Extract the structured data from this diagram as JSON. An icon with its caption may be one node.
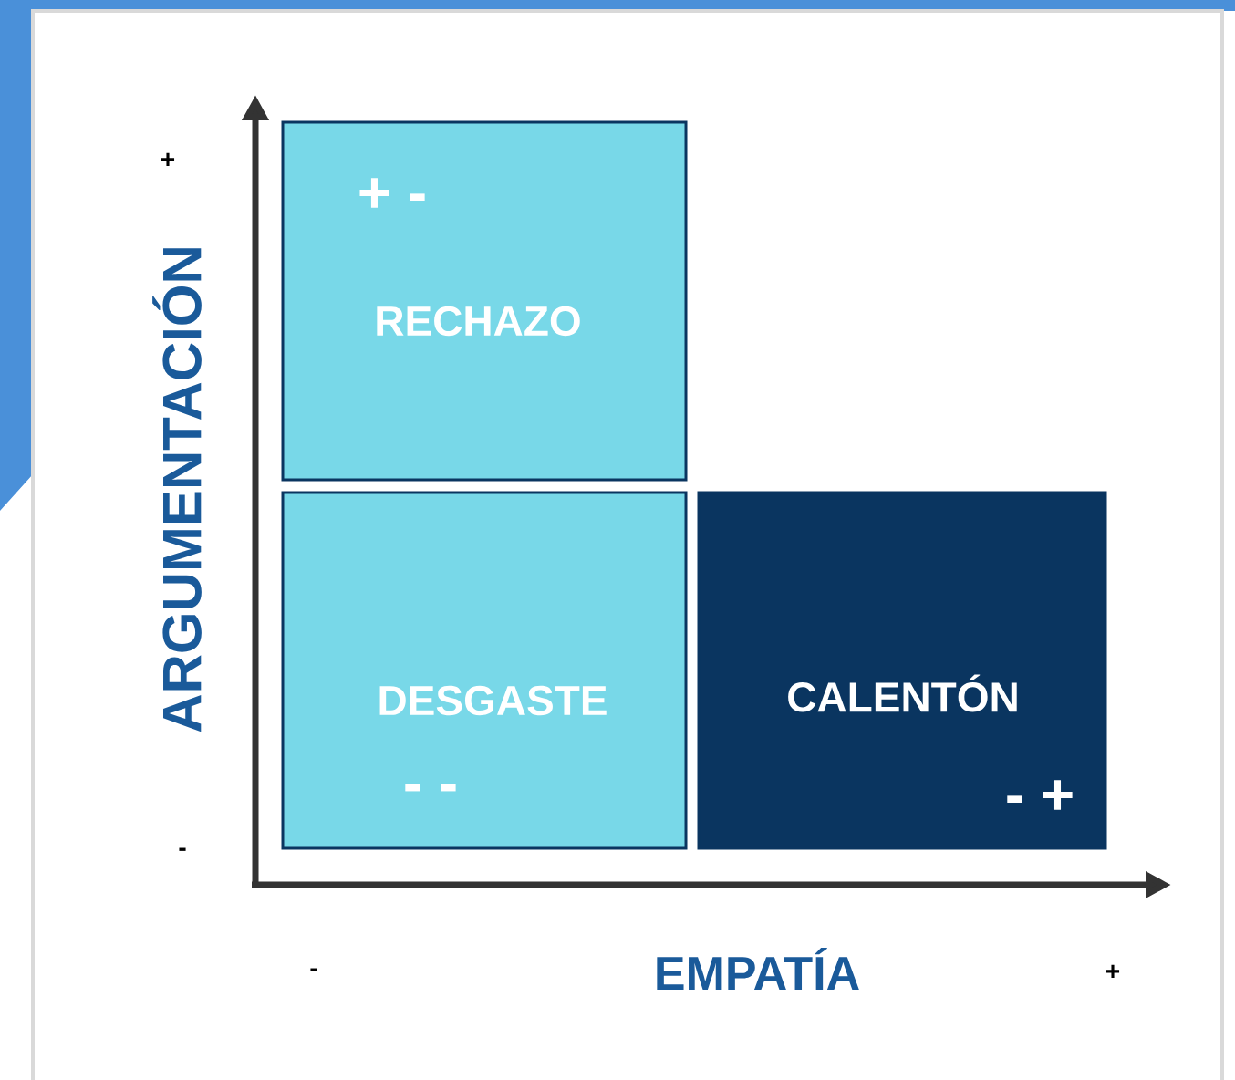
{
  "diagram": {
    "nodes": [
      {
        "text": [
          "+ -",
          "RECHAZO"
        ]
      },
      {
        "text": [
          "DESGASTE",
          "- -"
        ]
      },
      {
        "text": [
          "CALENTÓN",
          "- +"
        ]
      }
    ],
    "labels": [
      "+",
      "ARGUMENTACIÓN",
      "-",
      "-",
      "EMPATÍA",
      "+"
    ]
  }
}
